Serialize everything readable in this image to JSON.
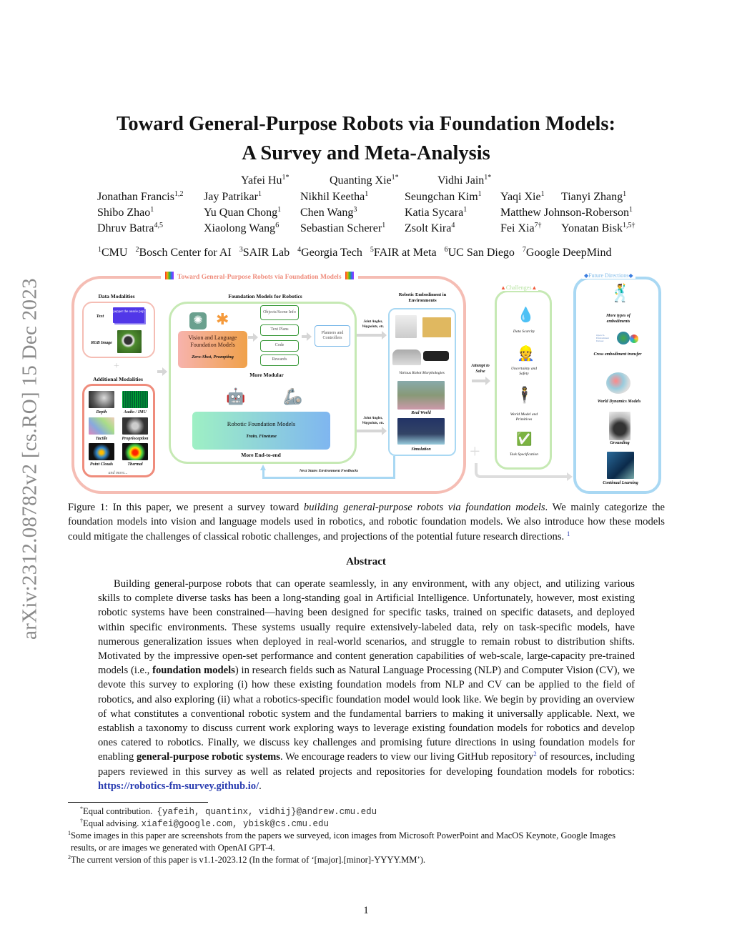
{
  "sidebar": {
    "arxiv_id": "arXiv:2312.08782v2  [cs.RO]  15 Dec 2023"
  },
  "title": {
    "line1": "Toward General-Purpose Robots via Foundation Models:",
    "line2": "A Survey and Meta-Analysis"
  },
  "authors": {
    "row0": [
      {
        "name": "Yafei Hu",
        "sup": "1*"
      },
      {
        "name": "Quanting Xie",
        "sup": "1*"
      },
      {
        "name": "Vidhi Jain",
        "sup": "1*"
      }
    ],
    "row1": [
      {
        "name": "Jonathan Francis",
        "sup": "1,2"
      },
      {
        "name": "Jay Patrikar",
        "sup": "1"
      },
      {
        "name": "Nikhil Keetha",
        "sup": "1"
      },
      {
        "name": "Seungchan Kim",
        "sup": "1"
      },
      {
        "name": "Yaqi Xie",
        "sup": "1"
      },
      {
        "name": "Tianyi Zhang",
        "sup": "1"
      }
    ],
    "row2": [
      {
        "name": "Shibo Zhao",
        "sup": "1"
      },
      {
        "name": "Yu Quan Chong",
        "sup": "1"
      },
      {
        "name": "Chen Wang",
        "sup": "3"
      },
      {
        "name": "Katia Sycara",
        "sup": "1"
      },
      {
        "name": "Matthew Johnson-Roberson",
        "sup": "1"
      }
    ],
    "row3": [
      {
        "name": "Dhruv Batra",
        "sup": "4,5"
      },
      {
        "name": "Xiaolong Wang",
        "sup": "6"
      },
      {
        "name": "Sebastian Scherer",
        "sup": "1"
      },
      {
        "name": "Zsolt Kira",
        "sup": "4"
      },
      {
        "name": "Fei Xia",
        "sup": "7†"
      },
      {
        "name": "Yonatan Bisk",
        "sup": "1,5†"
      }
    ]
  },
  "affiliations": [
    {
      "sup": "1",
      "name": "CMU"
    },
    {
      "sup": "2",
      "name": "Bosch Center for AI"
    },
    {
      "sup": "3",
      "name": "SAIR Lab"
    },
    {
      "sup": "4",
      "name": "Georgia Tech"
    },
    {
      "sup": "5",
      "name": "FAIR at Meta"
    },
    {
      "sup": "6",
      "name": "UC San Diego"
    },
    {
      "sup": "7",
      "name": "Google DeepMind"
    }
  ],
  "figure": {
    "banner": "Toward General-Purpose Robots via Foundation Models",
    "data_modalities": "Data Modalities",
    "text_label": "Text",
    "text_card": "pepper the aussie pup",
    "rgb_label": "RGB Image",
    "plus": "+",
    "additional_modalities": "Additional Modalities",
    "modalities": [
      "Depth",
      "Audio / IMU",
      "Tactile",
      "Proprioception",
      "Point Clouds",
      "Thermal"
    ],
    "and_more": "and more...",
    "fm_title": "Foundation Models for Robotics",
    "vlm_title": "Vision and Language Foundation Models",
    "vlm_sub": "Zero-Shot, Prompting",
    "outputs": [
      "Objects/Scene Info",
      "Text Plans",
      "Code",
      "Rewards"
    ],
    "planners": "Planners and Controllers",
    "more_modular": "More Modular",
    "rfm_title": "Robotic Foundation Models",
    "rfm_sub": "Train, Finetune",
    "more_e2e": "More End-to-end",
    "joint_angles": "Joint Angles, Waypoints, etc.",
    "embodiment_title": "Robotic Embodiment in Environments",
    "morphologies": "Various Robot Morphologies",
    "real_world": "Real World",
    "simulation": "Simulation",
    "feedback": "Next States Environment Feedbacks",
    "attempt": "Attempt to Solve",
    "challenges_title": "Challenges",
    "challenges": [
      "Data Scarcity",
      "Uncertainty and Safety",
      "World Model and Primitives",
      "Task Specification"
    ],
    "future_title": "Future Directions",
    "future": [
      "More types of embodiments",
      "Cross embodiment transfer",
      "World Dynamics Models",
      "Grounding",
      "Continual Learning"
    ],
    "oxe_text": "Open X-Embodiment Dataset"
  },
  "caption": {
    "prefix": "Figure 1:  In this paper, we present a survey toward ",
    "emph": "building general-purpose robots via foundation models",
    "rest": ".  We mainly categorize the foundation models into vision and language models used in robotics, and robotic foundation models. We also introduce how these models could mitigate the challenges of classical robotic challenges, and projections of the potential future research directions. ",
    "note": "1"
  },
  "abstract": {
    "heading": "Abstract",
    "p1": "Building general-purpose robots that can operate seamlessly, in any environment, with any object, and utilizing various skills to complete diverse tasks has been a long-standing goal in Artificial Intelligence. Unfortunately, however, most existing robotic systems have been constrained—having been designed for specific tasks, trained on specific datasets, and deployed within specific environments.  These systems usually require extensively-labeled data, rely on task-specific models, have numerous generalization issues when deployed in real-world scenarios, and struggle to remain robust to distribution shifts. Motivated by the impressive open-set performance and content generation capabilities of web-scale, large-capacity pre-trained models (i.e., ",
    "b1": "foundation models",
    "p2": ") in research fields such as Natural Language Processing (NLP) and Computer Vision (CV), we devote this survey to exploring (i) how these existing foundation models from NLP and CV can be applied to the field of robotics, and also exploring (ii) what a robotics-specific foundation model would look like.  We begin by providing an overview of what constitutes a conventional robotic system and the fundamental barriers to making it universally applicable. Next, we establish a taxonomy to discuss current work exploring ways to leverage existing foundation models for robotics and develop ones catered to robotics. Finally, we discuss key challenges and promising future directions in using foundation models for enabling ",
    "b2": "general-purpose robotic systems",
    "p3": ".  We encourage readers to view our living GitHub repository",
    "note": "2",
    "p4": " of resources, including papers reviewed in this survey as well as related projects and repositories for developing foundation models for robotics: ",
    "link": "https://robotics-fm-survey.github.io/",
    "end": "."
  },
  "footnotes": {
    "equal_contrib": "Equal contribution.",
    "equal_contrib_mark": "*",
    "equal_contrib_emails": "{yafeih, quantinx, vidhij}@andrew.cmu.edu",
    "equal_advising": "Equal advising.",
    "equal_advising_mark": "†",
    "equal_advising_emails": "xiafei@google.com, ybisk@cs.cmu.edu",
    "fn1_mark": "1",
    "fn1_line1": "Some images in this paper are screenshots from the papers we surveyed, icon images from Microsoft PowerPoint and MacOS Keynote, Google Images",
    "fn1_line2": "results, or are images we generated with OpenAI GPT-4.",
    "fn2_mark": "2",
    "fn2": "The current version of this paper is v1.1-2023.12 (In the format of ‘[major].[minor]-YYYY.MM’)."
  },
  "page_number": "1",
  "colors": {
    "pink": "#f5bdb4",
    "green": "#c6e9b4",
    "blue": "#a9d8f3",
    "link": "#2a3db0"
  }
}
